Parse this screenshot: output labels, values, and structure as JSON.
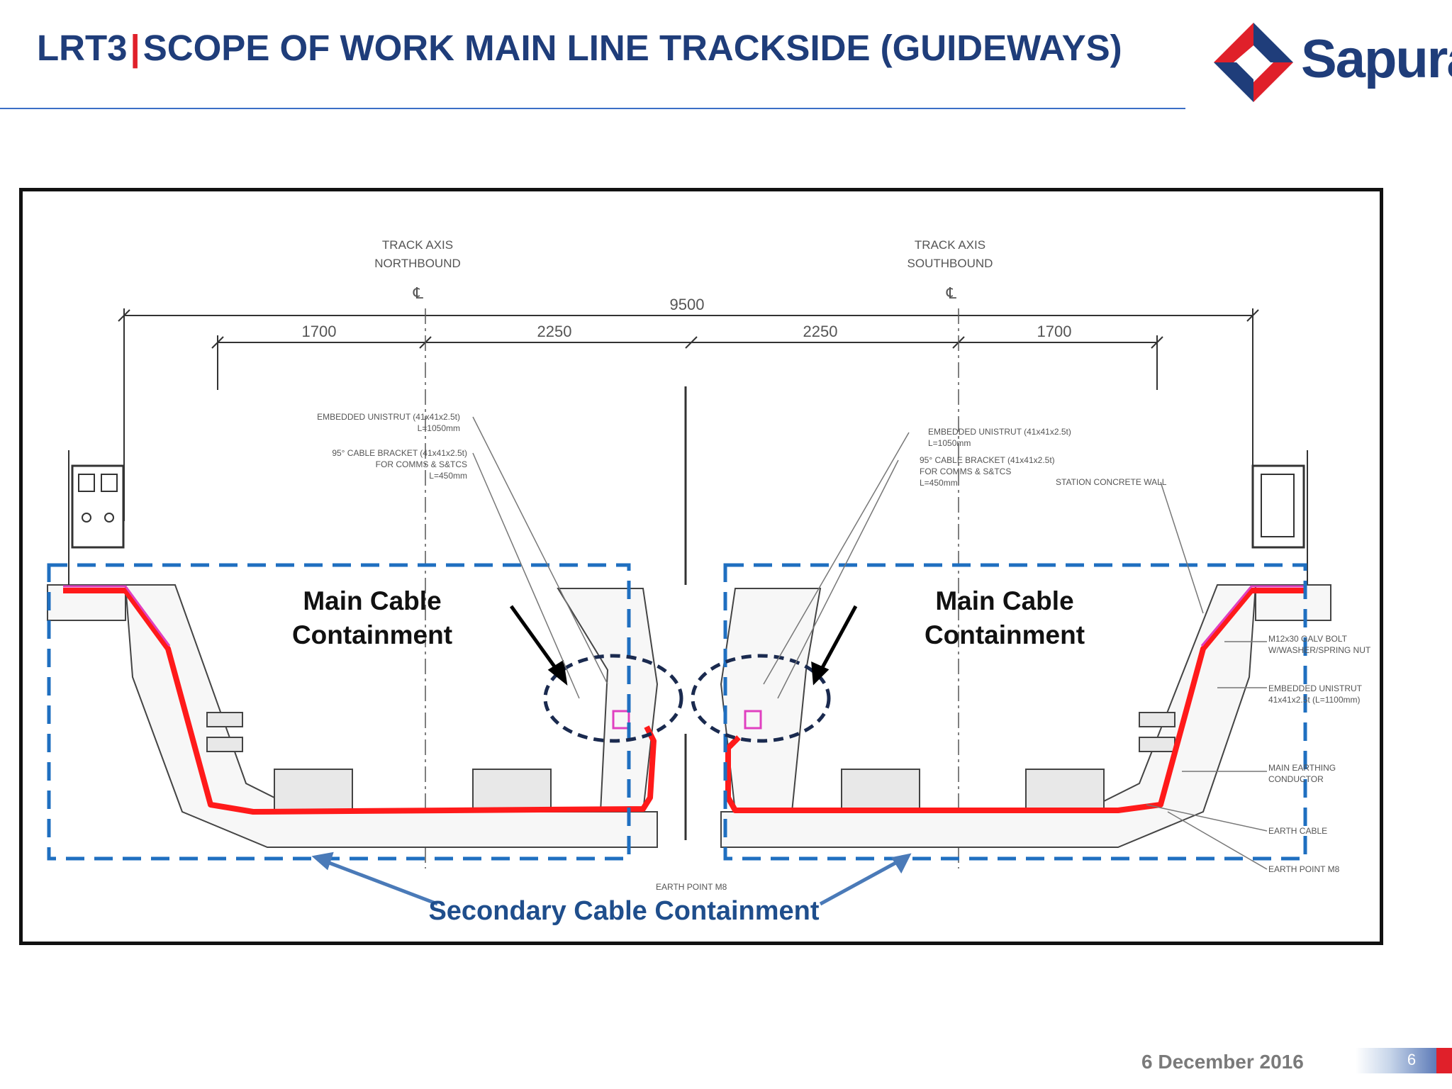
{
  "header": {
    "title_code": "LRT3",
    "title_separator": "|",
    "title_text": "SCOPE OF WORK MAIN LINE TRACKSIDE (GUIDEWAYS)",
    "logo_text": "Sapura"
  },
  "drawing": {
    "track_axis_north_line1": "TRACK AXIS",
    "track_axis_north_line2": "NORTHBOUND",
    "track_axis_south_line1": "TRACK AXIS",
    "track_axis_south_line2": "SOUTHBOUND",
    "centerline_symbol": "℄",
    "dim_total": "9500",
    "dim_left_outer": "1700",
    "dim_left_inner": "2250",
    "dim_right_inner": "2250",
    "dim_right_outer": "1700",
    "note_left_unistrut_1": "EMBEDDED UNISTRUT (41x41x2.5t)",
    "note_left_unistrut_2": "L=1050mm",
    "note_left_bracket_1": "95° CABLE BRACKET (41x41x2.5t)",
    "note_left_bracket_2": "FOR COMMS & S&TCS",
    "note_left_bracket_3": "L=450mm",
    "note_right_unistrut_1": "EMBEDDED UNISTRUT (41x41x2.5t)",
    "note_right_unistrut_2": "L=1050mm",
    "note_right_bracket_1": "95° CABLE BRACKET (41x41x2.5t)",
    "note_right_bracket_2": "FOR COMMS & S&TCS",
    "note_right_bracket_3": "L=450mm",
    "note_station_wall": "STATION CONCRETE WALL",
    "note_galv_bolt_1": "M12x30 GALV BOLT",
    "note_galv_bolt_2": "W/WASHER/SPRING NUT",
    "note_embedded_unistrut_1": "EMBEDDED UNISTRUT",
    "note_embedded_unistrut_2": "41x41x2.5t (L=1100mm)",
    "note_main_earthing_1": "MAIN EARTHING",
    "note_main_earthing_2": "CONDUCTOR",
    "note_earth_cable": "EARTH CABLE",
    "note_earth_point_right": "EARTH POINT M8",
    "note_earth_point_center": "EARTH POINT M8",
    "label_main_cable_left_1": "Main Cable",
    "label_main_cable_left_2": "Containment",
    "label_main_cable_right_1": "Main Cable",
    "label_main_cable_right_2": "Containment",
    "label_secondary": "Secondary Cable Containment"
  },
  "footer": {
    "date": "6 December 2016",
    "page_number": "6"
  },
  "colors": {
    "title_blue": "#1f3d7a",
    "accent_red": "#e0202a",
    "dashed_box_blue": "#1f6fc0",
    "cable_red": "#ff1a1a",
    "cable_magenta": "#e040c0"
  }
}
